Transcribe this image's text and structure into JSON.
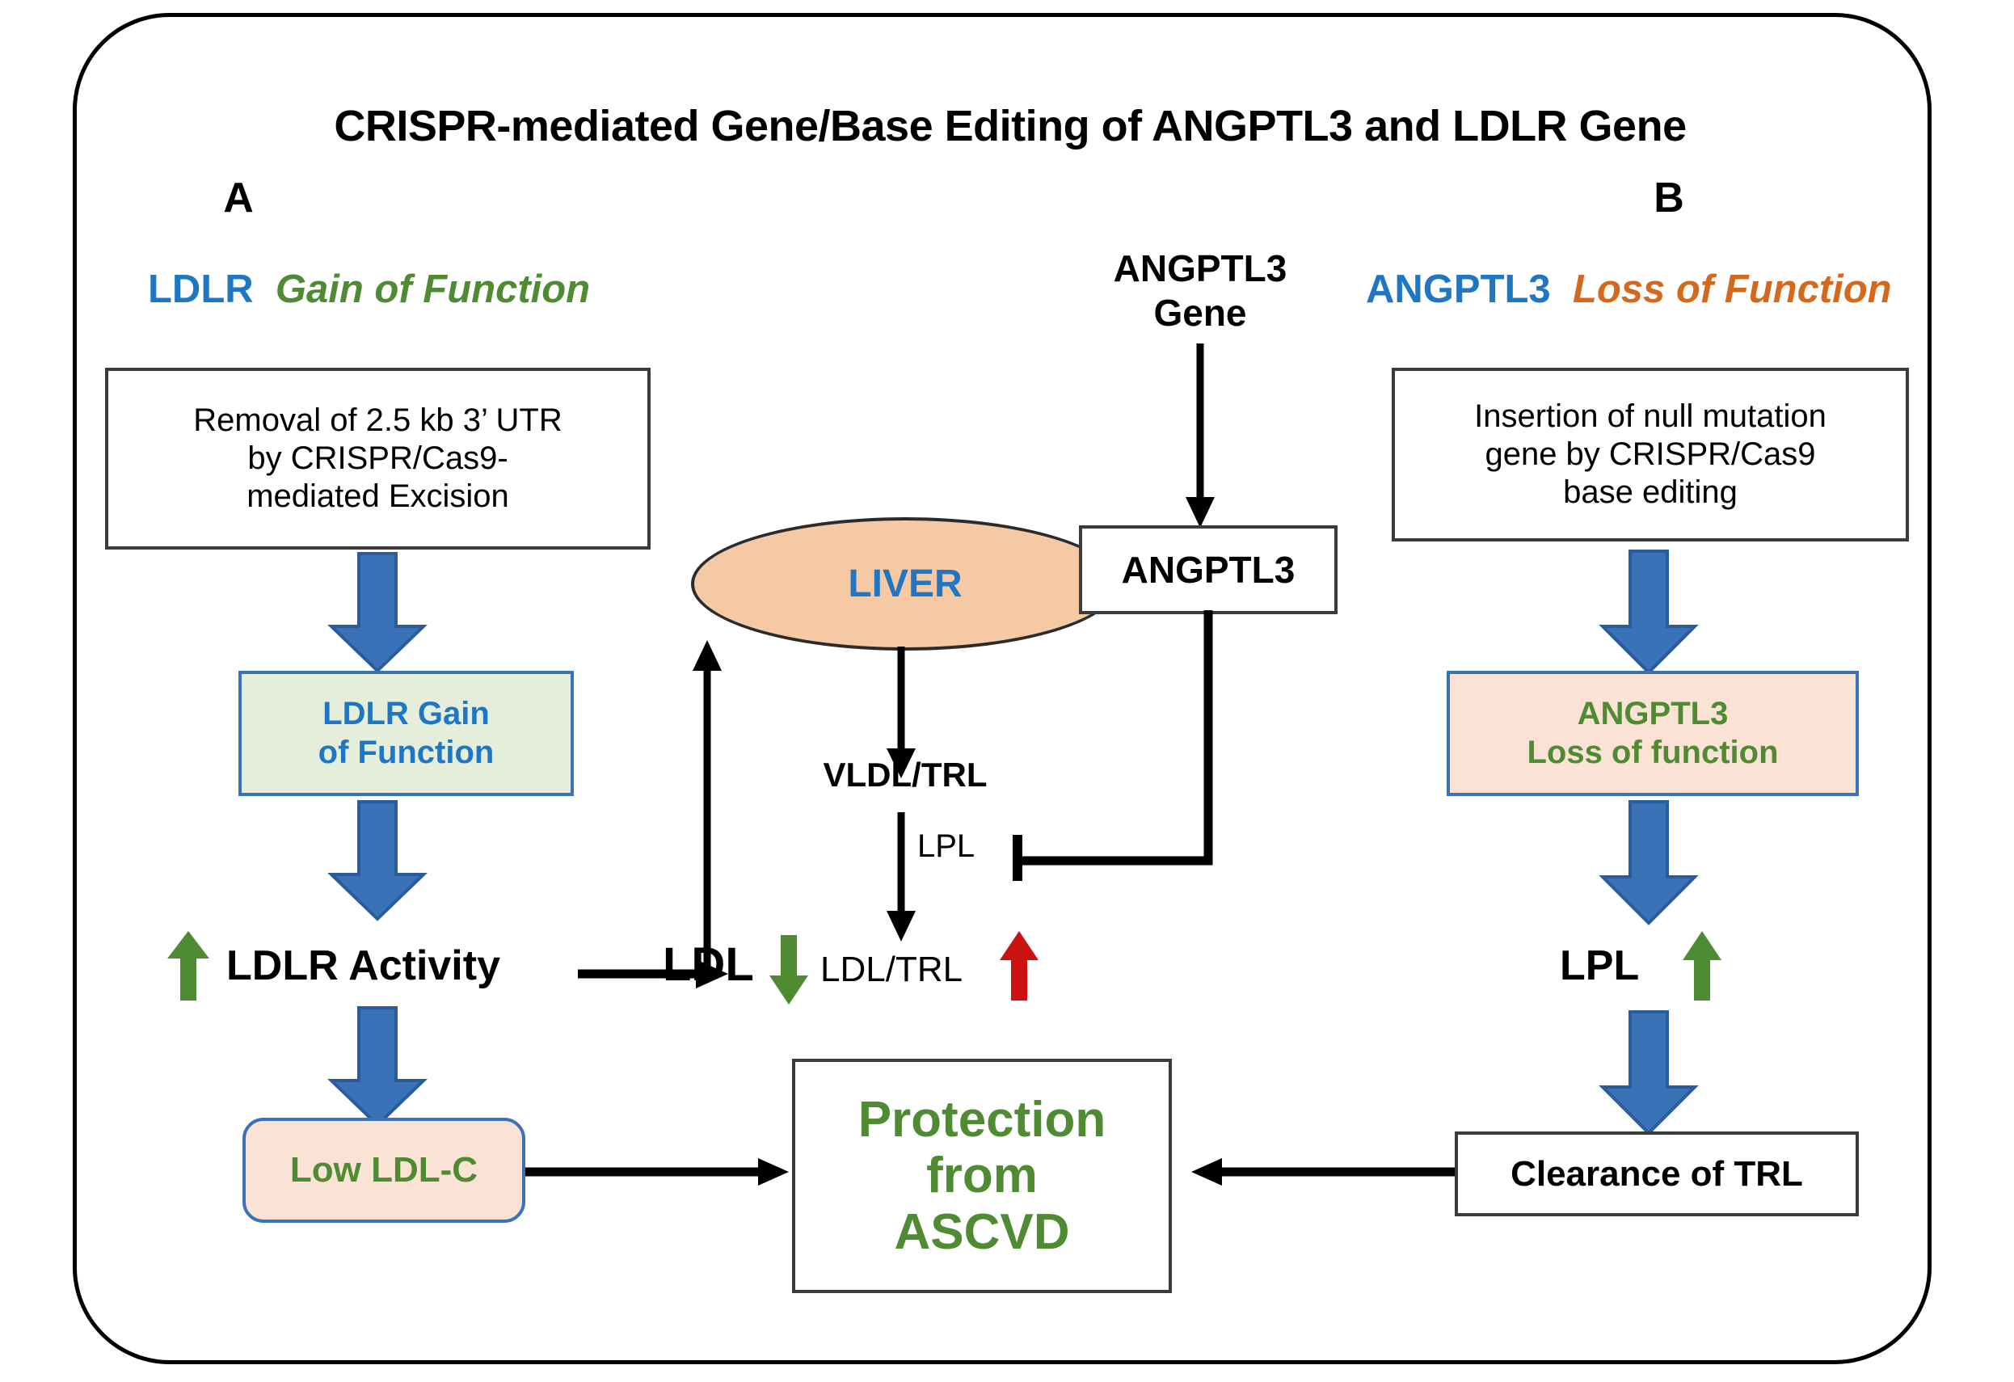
{
  "figure": {
    "title": "CRISPR-mediated Gene/Base Editing of ANGPTL3 and LDLR Gene",
    "type": "pathway-diagram"
  },
  "colors": {
    "blue_accent": "#1F77C4",
    "green_accent": "#4E8B33",
    "orange_accent": "#D4691E",
    "red_accent": "#CC1111",
    "block_arrow_blue": "#3A72B8",
    "liver_fill": "#F6C9A5",
    "green_box_fill": "#E4EEDB",
    "peach_box_fill": "#FAE3D4",
    "box_border": "#3B3B3B"
  },
  "panel_a": {
    "letter": "A",
    "heading_gene": "LDLR",
    "heading_effect": "Gain of Function",
    "method_box": "Removal of 2.5 kb 3’ UTR by CRISPR/Cas9-mediated Excision",
    "method_box_lines": [
      "Removal of 2.5 kb 3’ UTR",
      "by CRISPR/Cas9-",
      "mediated Excision"
    ],
    "result_box_lines": [
      "LDLR Gain",
      "of Function"
    ],
    "activity_label": "LDLR Activity",
    "activity_trend": "up",
    "outcome_box": "Low LDL-C"
  },
  "panel_b": {
    "letter": "B",
    "heading_gene": "ANGPTL3",
    "heading_effect": "Loss of Function",
    "method_box": "Insertion of null mutation gene by CRISPR/Cas9 base editing",
    "method_box_lines": [
      "Insertion of null mutation",
      "gene by CRISPR/Cas9",
      "base editing"
    ],
    "result_box_lines": [
      "ANGPTL3",
      "Loss of function"
    ],
    "lpl_label": "LPL",
    "lpl_trend": "up",
    "outcome_box": "Clearance of TRL"
  },
  "center": {
    "gene_label_lines": [
      "ANGPTL3",
      "Gene"
    ],
    "protein_box": "ANGPTL3",
    "organ": "LIVER",
    "vldl_label": "VLDL/TRL",
    "lpl_label": "LPL",
    "ldl_label": "LDL",
    "ldl_trend": "down",
    "ldl_trl_label": "LDL/TRL",
    "ldl_trl_trend": "up",
    "final_box_lines": [
      "Protection",
      "from",
      "ASCVD"
    ]
  },
  "arrows": {
    "up_green": "up-arrow-green",
    "down_green": "down-arrow-green",
    "up_red": "up-arrow-red",
    "block_blue": "block-arrow-blue-down",
    "thin_black": "thin-arrow-black",
    "inhibition": "inhibition-bar"
  }
}
